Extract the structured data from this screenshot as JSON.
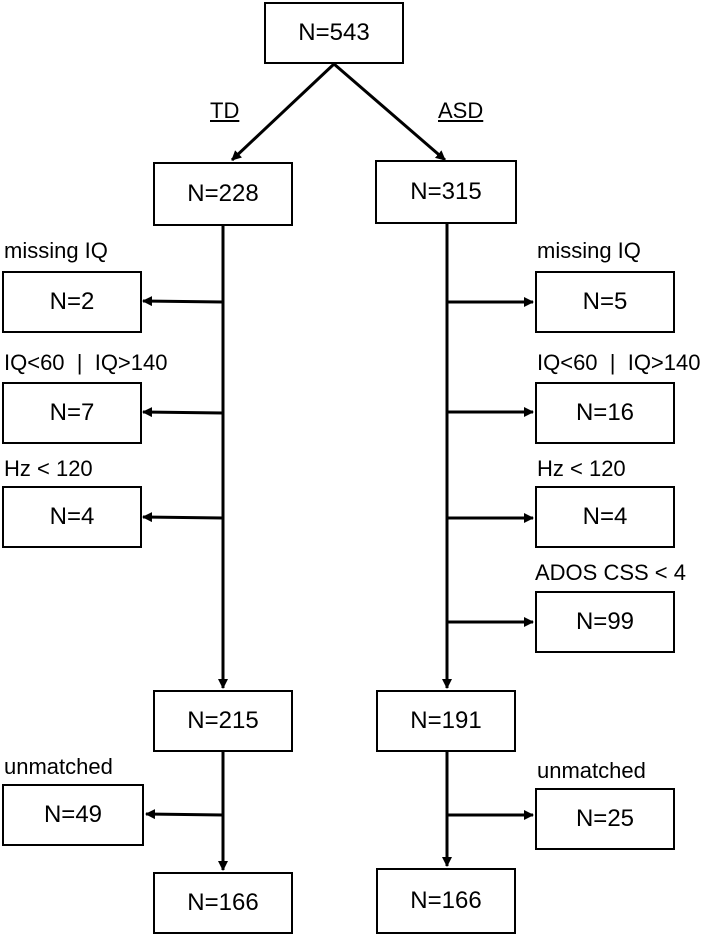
{
  "root": {
    "n": "N=543"
  },
  "branches": {
    "left": "TD",
    "right": "ASD"
  },
  "td": {
    "start": "N=228",
    "exclusions": [
      {
        "label": "missing IQ",
        "n": "N=2"
      },
      {
        "label": "IQ<60  |  IQ>140",
        "n": "N=7"
      },
      {
        "label": "Hz < 120",
        "n": "N=4"
      }
    ],
    "after_exclusion": "N=215",
    "unmatched": {
      "label": "unmatched",
      "n": "N=49"
    },
    "final": "N=166"
  },
  "asd": {
    "start": "N=315",
    "exclusions": [
      {
        "label": "missing IQ",
        "n": "N=5"
      },
      {
        "label": "IQ<60  |  IQ>140",
        "n": "N=16"
      },
      {
        "label": "Hz < 120",
        "n": "N=4"
      },
      {
        "label": "ADOS CSS < 4",
        "n": "N=99"
      }
    ],
    "after_exclusion": "N=191",
    "unmatched": {
      "label": "unmatched",
      "n": "N=25"
    },
    "final": "N=166"
  }
}
